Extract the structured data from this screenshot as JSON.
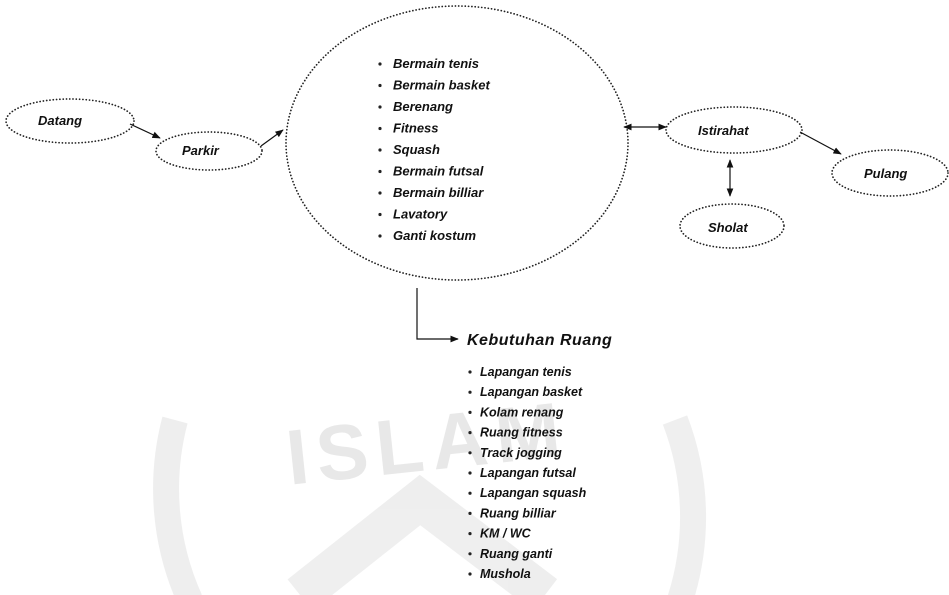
{
  "nodes": {
    "datang": "Datang",
    "parkir": "Parkir",
    "istirahat": "Istirahat",
    "pulang": "Pulang",
    "sholat": "Sholat"
  },
  "activities": [
    "Bermain tenis",
    "Bermain basket",
    "Berenang",
    "Fitness",
    "Squash",
    "Bermain futsal",
    "Bermain billiar",
    "Lavatory",
    "Ganti kostum"
  ],
  "requirements": {
    "title": "Kebutuhan Ruang",
    "items": [
      "Lapangan tenis",
      "Lapangan basket",
      "Kolam renang",
      "Ruang fitness",
      "Track jogging",
      "Lapangan futsal",
      "Lapangan squash",
      "Ruang billiar",
      "KM / WC",
      "Ruang ganti",
      "Mushola"
    ]
  },
  "watermark": {
    "text": "ISLAM"
  }
}
